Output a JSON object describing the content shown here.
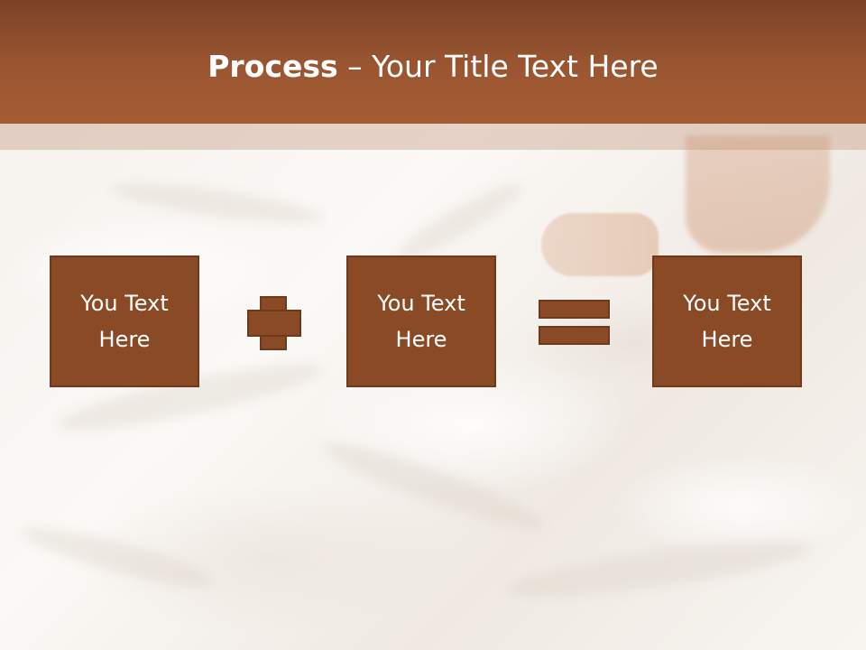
{
  "title": {
    "bold": "Process",
    "rest": " – Your Title Text Here"
  },
  "boxes": [
    {
      "text": "You Text\nHere"
    },
    {
      "text": "You Text\nHere"
    },
    {
      "text": "You Text\nHere"
    }
  ],
  "colors": {
    "header": "#9b5631",
    "box_fill": "#8a4a26",
    "box_border": "#6e3a1d",
    "text": "#ffffff"
  },
  "operators": [
    "plus-icon",
    "equals-icon"
  ]
}
